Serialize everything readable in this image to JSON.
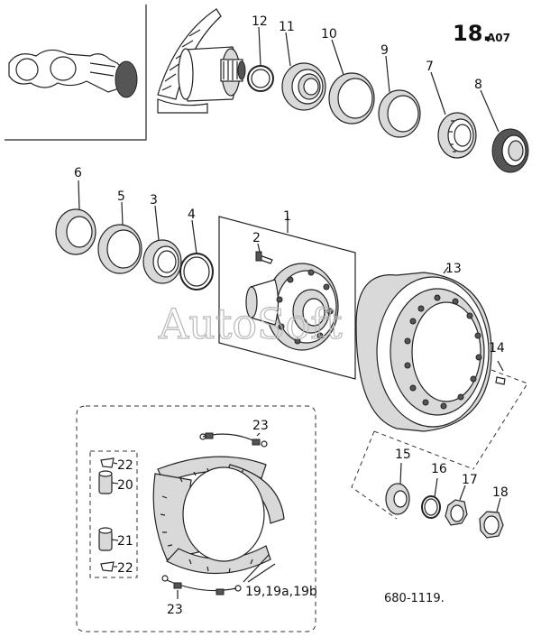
{
  "page": {
    "section_number": "18.",
    "section_suffix": "A07",
    "figure_ref": "680-1119.",
    "watermark": "AutoSoft"
  },
  "callouts": {
    "c1": "1",
    "c2": "2",
    "c3": "3",
    "c4": "4",
    "c5": "5",
    "c6": "6",
    "c7": "7",
    "c8": "8",
    "c9": "9",
    "c10": "10",
    "c11": "11",
    "c12": "12",
    "c13": "13",
    "c14": "14",
    "c15": "15",
    "c16": "16",
    "c17": "17",
    "c18": "18",
    "c20": "20",
    "c21": "21",
    "c22a": "22",
    "c22b": "22",
    "c23a": "23",
    "c23b": "23",
    "c19": "19,19a,19b"
  }
}
